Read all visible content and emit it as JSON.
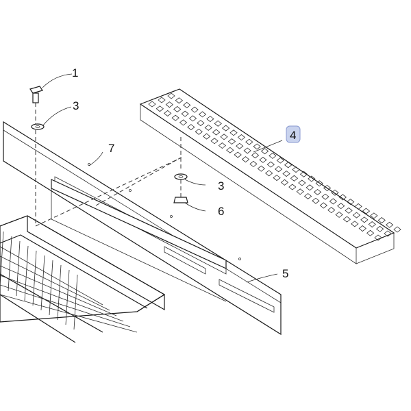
{
  "callouts": {
    "top_partial": "1",
    "washer_upper": "3",
    "washer_lower": "3",
    "grate": "4",
    "side_rail": "5",
    "nut": "6",
    "bracket": "7"
  },
  "colors": {
    "line": "#1a1a1a",
    "highlight_fill": "#c9d3ee",
    "highlight_stroke": "#8a9ad0",
    "background": "#ffffff"
  }
}
